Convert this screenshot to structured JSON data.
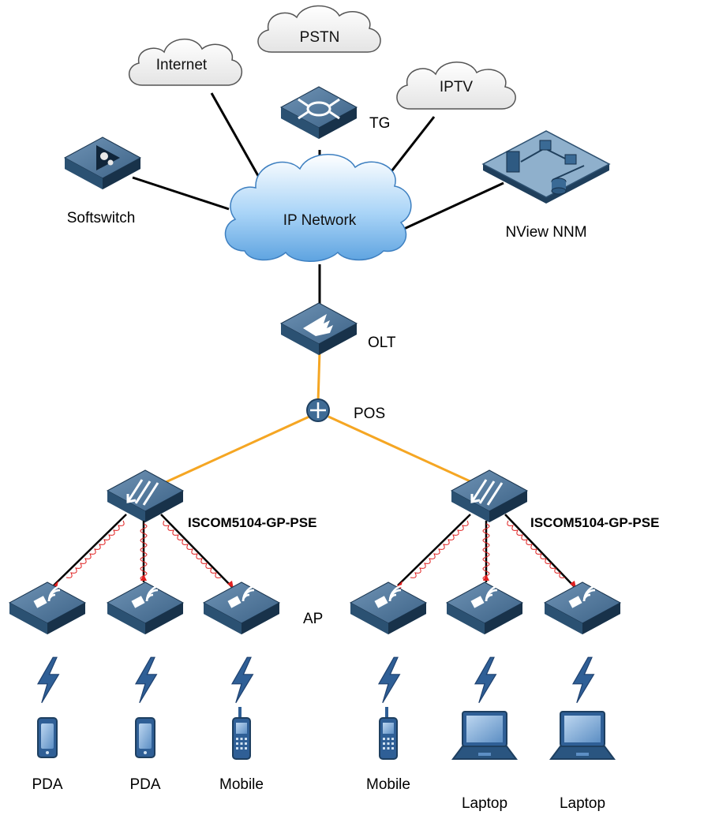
{
  "clouds": {
    "internet": "Internet",
    "pstn": "PSTN",
    "iptv": "IPTV",
    "ip_network": "IP Network"
  },
  "devices": {
    "tg": "TG",
    "softswitch": "Softswitch",
    "nview": "NView NNM",
    "olt": "OLT",
    "pos": "POS",
    "switch_left": "ISCOM5104-GP-PSE",
    "switch_right": "ISCOM5104-GP-PSE",
    "ap": "AP"
  },
  "terminals": [
    {
      "label": "PDA",
      "kind": "pda"
    },
    {
      "label": "PDA",
      "kind": "pda"
    },
    {
      "label": "Mobile",
      "kind": "mobile"
    },
    {
      "label": "Mobile",
      "kind": "mobile"
    },
    {
      "label": "Laptop",
      "kind": "laptop"
    },
    {
      "label": "Laptop",
      "kind": "laptop"
    }
  ],
  "colors": {
    "device_top": "#4a7194",
    "device_side": "#1f3f5c",
    "cloud_fill": "#eeeeee",
    "ip_cloud": "#9fcbf2",
    "fiber": "#f5a623",
    "link": "#000000",
    "wave": "#e02020",
    "bolt": "#2f5f96"
  }
}
